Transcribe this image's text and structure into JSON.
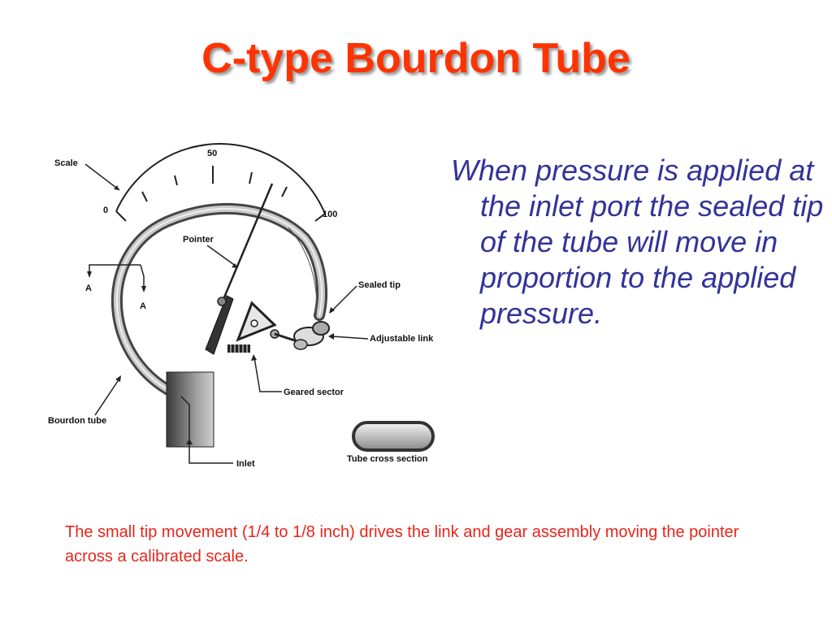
{
  "slide": {
    "title": "C-type Bourdon Tube",
    "body_text": "When pressure is applied at the inlet port the sealed tip of the tube will move in proportion to the applied pressure.",
    "footnote": "The small tip movement (1/4 to 1/8 inch) drives the link and gear assembly moving the pointer across a calibrated scale."
  },
  "diagram": {
    "labels": {
      "scale": "Scale",
      "pointer": "Pointer",
      "sealed_tip": "Sealed tip",
      "adjustable_link": "Adjustable link",
      "geared_sector": "Geared sector",
      "bourdon_tube": "Bourdon tube",
      "inlet": "Inlet",
      "tube_cross_section": "Tube cross section",
      "section_a1": "A",
      "section_a2": "A"
    },
    "scale_ticks": {
      "min": "0",
      "mid": "50",
      "max": "100"
    }
  },
  "colors": {
    "title": "#ff3300",
    "body_text": "#333399",
    "footnote": "#e8251a"
  }
}
